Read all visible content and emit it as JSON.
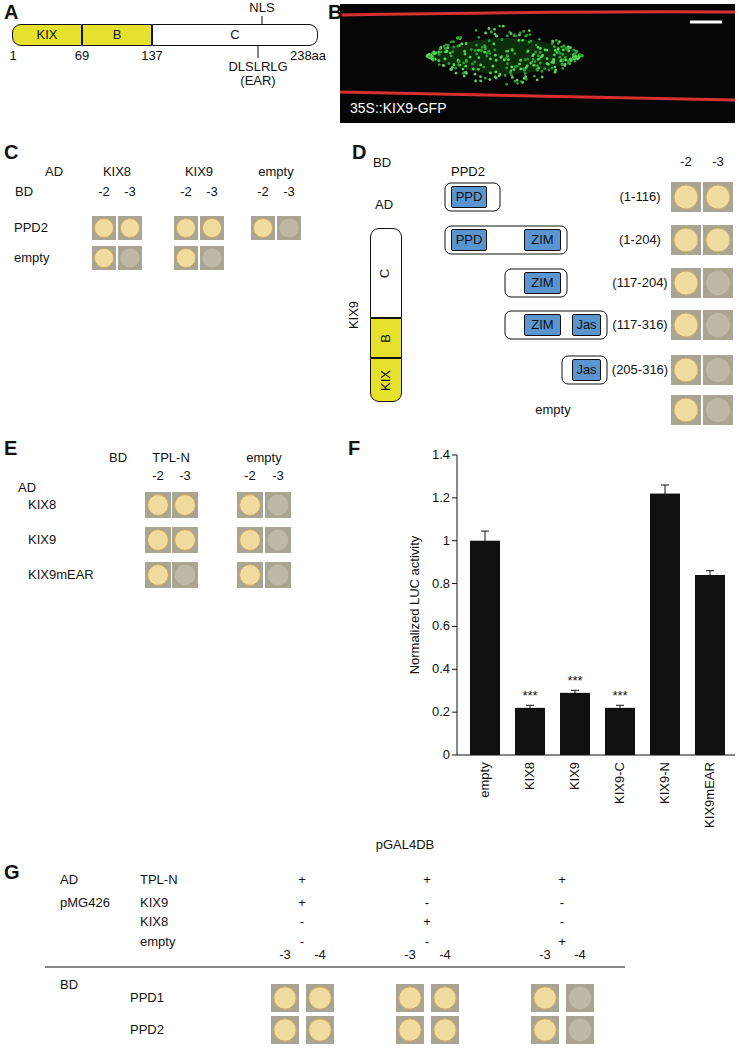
{
  "diagram": {
    "nodes": [
      {
        "text": [
          "KIX"
        ]
      },
      {
        "text": [
          "B"
        ]
      },
      {
        "text": [
          "C"
        ]
      },
      {
        "text": [
          "C"
        ]
      },
      {
        "text": [
          "B"
        ]
      },
      {
        "text": [
          "KIX"
        ]
      },
      {
        "text": [
          "PPD"
        ]
      },
      {
        "text": [
          "PPD"
        ]
      },
      {
        "text": [
          "ZIM"
        ]
      },
      {
        "text": [
          "ZIM"
        ]
      },
      {
        "text": [
          "ZIM"
        ]
      },
      {
        "text": [
          "Jas"
        ]
      },
      {
        "text": [
          "Jas"
        ]
      }
    ],
    "labels": [
      "A",
      "NLS",
      "1",
      "69",
      "137",
      "238aa",
      "DLSLRLG",
      "(EAR)",
      "B",
      "35S::KIX9-GFP",
      "C",
      "AD",
      "KIX8",
      "KIX9",
      "empty",
      "-2",
      "-3",
      "-2",
      "-3",
      "-2",
      "-3",
      "BD",
      "PPD2",
      "empty",
      "D",
      "BD",
      "PPD2",
      "AD",
      "KIX9",
      "(1-116)",
      "(1-204)",
      "(117-204)",
      "(117-316)",
      "(205-316)",
      "empty",
      "-2",
      "-3",
      "E",
      "BD",
      "TPL-N",
      "empty",
      "AD",
      "-2",
      "-3",
      "-2",
      "-3",
      "KIX8",
      "KIX9",
      "KIX9mEAR",
      "F",
      "Normalized LUC activity",
      "0",
      "0.2",
      "0.4",
      "0.6",
      "0.8",
      "1",
      "1.2",
      "1.4",
      "***",
      "***",
      "***",
      "pGAL4DB",
      "empty",
      "KIX8",
      "KIX9",
      "KIX9-C",
      "KIX9-N",
      "KIX9mEAR",
      "G",
      "AD",
      "TPL-N",
      "+",
      "+",
      "+",
      "pMG426",
      "KIX9",
      "+",
      "-",
      "-",
      "KIX8",
      "-",
      "+",
      "-",
      "empty",
      "-",
      "-",
      "+",
      "-3",
      "-4",
      "-3",
      "-4",
      "-3",
      "-4",
      "BD",
      "PPD1",
      "PPD2"
    ]
  }
}
